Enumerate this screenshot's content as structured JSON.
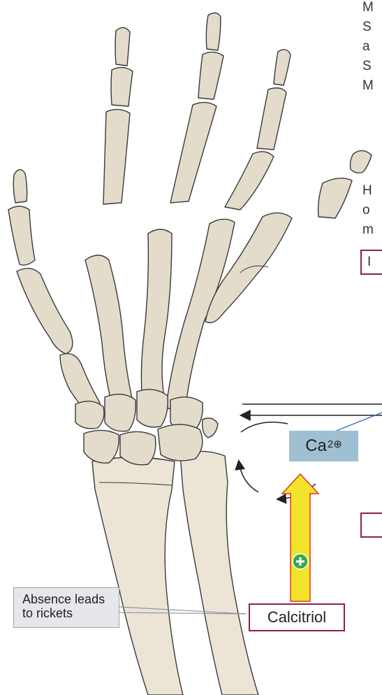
{
  "labels": {
    "ion_base": "Ca",
    "ion_charge": "2⊕",
    "hormone": "Calcitriol",
    "callout_line1": "Absence leads",
    "callout_line2": "to rickets"
  },
  "edge_letters": {
    "r1": "M",
    "r2": "S",
    "r3": "a",
    "r4": "S",
    "r5": "M",
    "r6": "H",
    "r7": "o",
    "r8": "m",
    "r9": "I"
  },
  "colors": {
    "bone_fill": "#e3dccb",
    "bone_stroke": "#3a3a3a",
    "forearm_fill": "#ece5d6",
    "ca_box": "#9fc0d2",
    "box_border": "#8b2247",
    "arrow_fill": "#f2e32b",
    "arrow_outline": "#e2361f",
    "plus_circle": "#3aa84f",
    "callout_bg": "#e5e7ea",
    "leader_line": "#2a6db5"
  },
  "icons": {
    "ion_cycle": "circular-arrow-icon",
    "stimulation": "plus-circle-icon",
    "up_arrow": "up-arrow-icon"
  }
}
